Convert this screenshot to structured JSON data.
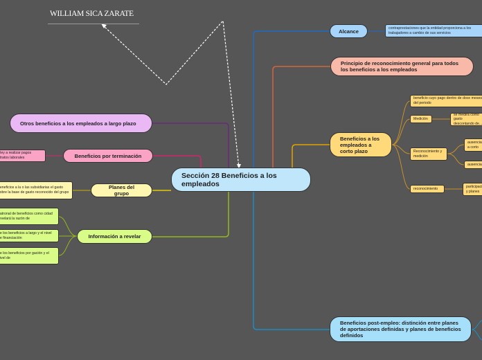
{
  "author": "WILLIAM SICA ZARATE",
  "center": {
    "label": "Sección 28 Beneficios a los empleados",
    "color": "#bfe6fb"
  },
  "right_branches": {
    "alcance": {
      "label": "Alcance",
      "color": "#a6d4fa",
      "line_color": "#1d6cc4",
      "detail": "contraprestaciones que la entidad proporciona a los trabajadores a cambio de sus servicios"
    },
    "principio": {
      "label": "Principio de reconocimiento general para todos los beneficios a los empleados",
      "color": "#f9b9a8",
      "line_color": "#d4633f"
    },
    "corto_plazo": {
      "label": "Beneficios a los empleados a corto plazo",
      "color": "#ffd97a",
      "line_color": "#e3a400",
      "children": {
        "beneficio_pago": "beneficio cuyo pago dentro de doce meses del periodo",
        "medicion": "Medición",
        "medicion_detail": "se medirá como gasto descontando de...",
        "reconocimiento_medicion": "Reconocimiento y medición",
        "ausencias_1": "ausencias a corto",
        "ausencias_2": "ausencias",
        "reconocimiento": "reconocimiento",
        "participacion": "participación y planes"
      }
    },
    "post_empleo": {
      "label": "Beneficios post-empleo: distinción entre planes de aportaciones definidas y planes de beneficios definidos",
      "color": "#a6dffa",
      "line_color": "#1d8cc4"
    }
  },
  "left_branches": {
    "otros": {
      "label": "Otros beneficios a los empleados a largo plazo",
      "color": "#e9b8f5",
      "line_color": "#6a2a78"
    },
    "terminacion": {
      "label": "Beneficios por terminación",
      "color": "#fba3c5",
      "line_color": "#d1276a",
      "detail": "r ley a realizar pagos ntratos laborales"
    },
    "planes_grupo": {
      "label": "Planes del grupo",
      "color": "#fff7b0",
      "line_color": "#e3cc00",
      "detail": "beneficios a la o las subsidiarias el gasto sobre la base de gasto reconocido del grupo"
    },
    "informacion": {
      "label": "Información a revelar",
      "color": "#d9fb87",
      "line_color": "#94b81c",
      "details": [
        "patronal de beneficios como cidad revelará la razón de",
        "de los beneficios a largo y el nivel de financiación",
        "de los beneficios por gación y el nivel de"
      ]
    }
  }
}
